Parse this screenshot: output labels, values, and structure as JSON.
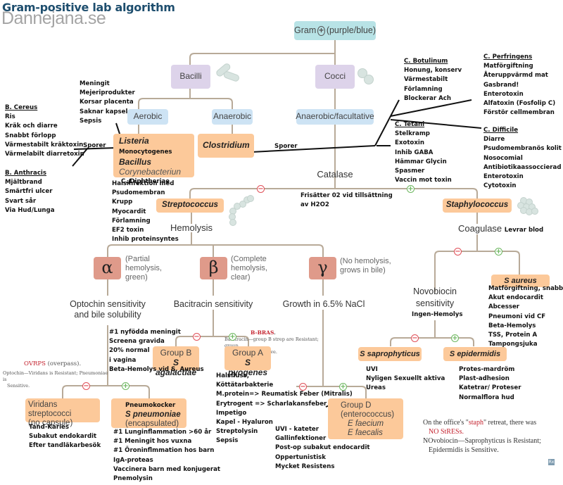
{
  "header": {
    "title": "Gram-positive lab algorithm",
    "watermark": "Dannejana.se"
  },
  "nodes": {
    "gram": {
      "prefix": "Gram",
      "symbol": "+",
      "suffix": "(purple/blue)"
    },
    "bacilli": "Bacilli",
    "cocci": "Cocci",
    "aerobic": "Aerobic",
    "anaerobic": "Anaerobic",
    "anaerobic_facultative": "Anaerobic/facultative",
    "aerobic_genera": {
      "listeria": "Listeria",
      "listeria_species": "Monocytogenes",
      "bacillus": "Bacillus",
      "corynebacterium": "Corynebacteriun",
      "diphtheriae": "C. Diphtheriae"
    },
    "clostridium": "Clostridium",
    "catalase": "Catalase",
    "catalase_note": [
      "Frisätter 02 vid tillsättning",
      "av H2O2"
    ],
    "streptococcus": "Streptococcus",
    "staphylococcus": "Staphylococcus",
    "hemolysis": "Hemolysis",
    "coagulase": "Coagulase",
    "coagulase_note": "Levrar blod",
    "alpha": {
      "symbol": "α",
      "desc": [
        "(Partial",
        "hemolysis,",
        "green)"
      ],
      "test": [
        "Optochin sensitivity",
        "and bile solubility"
      ]
    },
    "beta": {
      "symbol": "β",
      "desc": [
        "(Complete",
        "hemolysis,",
        "clear)"
      ],
      "test": [
        "Bacitracin sensitivity"
      ]
    },
    "gamma": {
      "symbol": "γ",
      "desc": [
        "(No hemolysis,",
        "grows in bile)"
      ],
      "test": [
        "Growth in 6.5% NaCl"
      ]
    },
    "novobiocin": [
      "Novobiocin",
      "sensitivity"
    ],
    "novobiocin_note": "Ingen-Hemolys",
    "viridans": [
      "Viridans streptococci",
      "(no capsule)"
    ],
    "pneumo": {
      "name": "Pneumokocker",
      "species": "S pneumoniae",
      "note": "(encapsulated)"
    },
    "group_b": {
      "name": "Group B",
      "species": "S agalactiae"
    },
    "group_a": {
      "name": "Group A",
      "species": "S pyogenes"
    },
    "group_d": {
      "name": "Group D",
      "sub": "(enterococcus)",
      "species1": "E faecium",
      "species2": "E faecalis"
    },
    "saureus": "S aureus",
    "saprophyticus": "S saprophyticus",
    "epidermidis": "S epidermidis"
  },
  "notes": {
    "listeria": [
      "Meningit",
      "Mejeriprodukter",
      "Korsar placenta",
      "Saknar kapsel",
      "Sepsis"
    ],
    "b_cereus": {
      "heading": "B. Cereus",
      "items": [
        "Ris",
        "Kräk och diarre",
        "Snabbt förlopp",
        "Värmestabilt kräktoxin",
        "Värmelabilt diarretoxin"
      ]
    },
    "sporer_left": "Sporer",
    "b_anthracis": {
      "heading": "B. Anthracis",
      "items": [
        "Mjältbrand",
        "Smärtfri ulcer",
        "Svart sår",
        "Via Hud/Lunga"
      ]
    },
    "diphtheriae": [
      "Halsinfektion med",
      "Psudomembran",
      "Krupp",
      "Myocardit",
      "Förlamning",
      "EF2 toxin",
      "Inhib proteinsyntes"
    ],
    "sporer_right": "Sporer",
    "c_botulinum": {
      "heading": "C. Botulinum",
      "items": [
        "Honung, konserv",
        "Värmestabilt",
        "Förlamning",
        "Blockerar Ach"
      ]
    },
    "c_perfringens": {
      "heading": "C. Perfringens",
      "items": [
        "Matförgiftning",
        "Återuppvärmd mat",
        "Gasbrand!",
        "Enterotoxin",
        "Alfatoxin (Fosfolip C)",
        "Förstör cellmembran"
      ]
    },
    "c_tetani": {
      "heading": "C. Tetani",
      "items": [
        "Stelkramp",
        "Exotoxin",
        "Inhib GABA",
        "Hämmar Glycin",
        "Spasmer",
        "Vaccin mot toxin"
      ]
    },
    "c_difficile": {
      "heading": "C. Difficile",
      "items": [
        "Diarre",
        "Psudomembranös kolit",
        "Nosocomial",
        "Antibiotikaassoccierad",
        "Enterotoxin",
        "Cytotoxin"
      ]
    },
    "group_b": [
      "#1 nyfödda meningit",
      "Screena gravida",
      "20% normal",
      "i vagina",
      "Beta-Hemolys vid S. Aureus"
    ],
    "group_a": [
      "Halsfluss,",
      "Köttätarbakterie",
      "M.protein=> Reumatisk Feber (Mitralis)",
      "Erytrogent => Scharlakansfeber",
      "Impetigo",
      "Kapel - Hyaluron",
      "Streptolysin",
      "Sepsis"
    ],
    "viridans": [
      "Tand-Karies",
      "Subakut endokardit",
      "Efter tandläkarbesök"
    ],
    "pneumo": [
      "#1 Lunginflammation >60 år",
      "#1 Meningit hos vuxna",
      "#1 Öroninflmmation hos barn",
      "IgA-proteas",
      "Vaccinera barn med konjugerat",
      "Pnemolysin"
    ],
    "group_d": [
      "UVI - kateter",
      "Gallinfektioner",
      "Post-op subakut endocardit",
      "Oppertunistisk",
      "Mycket Resistens"
    ],
    "saureus": [
      "Matförgiftning, snabb",
      "Akut endocardit",
      "Abcesser",
      "Pneumoni vid CF",
      "Beta-Hemolys",
      "TSS, Protein A",
      "Tampongsjuka"
    ],
    "saprophyticus": [
      "UVI",
      "Nyligen Sexuellt aktiva",
      "Ureas"
    ],
    "epidermidis": [
      "Protes-mardröm",
      "Plast-adhesion",
      "Katetrar/ Proteser",
      "Normalflora hud"
    ]
  },
  "mnemonics": {
    "bbras": {
      "title": "B-BRAS",
      "line1": "Bacitracin—group B strep are Resistant; group",
      "line2": "A strep are Sensitive."
    },
    "ovrps": {
      "title": "OVRPS",
      "title_suffix": " (overpass).",
      "line1": "Optochin—Viridans is Resistant; Pneumoniae is",
      "line2": "Sensitive."
    },
    "staph": {
      "line1_a": "On the office's \"",
      "line1_b": "staph",
      "line1_c": "\" retreat, there was",
      "line2": "NO StRESs.",
      "line3": "NOvobiocin—Saprophyticus is Resistant;",
      "line4": "Epidermidis is Sensitive."
    },
    "rx_badge": "Rx"
  },
  "signs": {
    "minus": "−",
    "plus": "+"
  },
  "colors": {
    "title": "#1e4e6e",
    "line": "#b8aa98",
    "orange": "#fcc99a",
    "teal": "#b8e3e6",
    "lilac": "#ddd3ea",
    "blue": "#cde3f4",
    "greek": "#df9a8a",
    "negative": "#e05058",
    "positive": "#6db760",
    "mnemonic_red": "#c4232f"
  }
}
